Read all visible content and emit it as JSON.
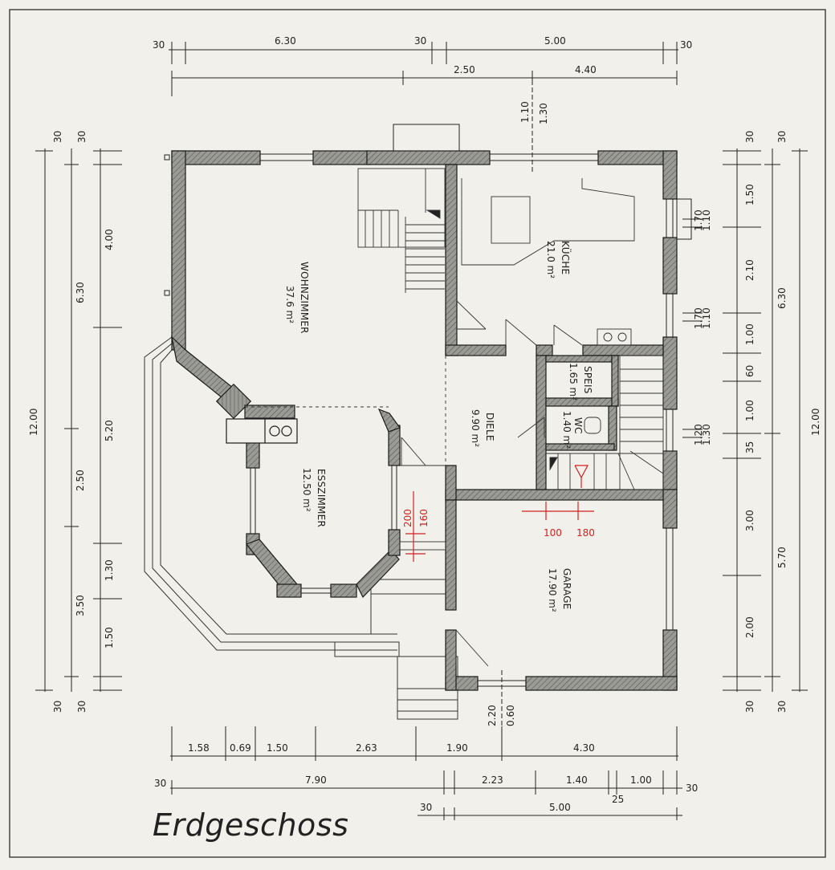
{
  "title": "Erdgeschoss",
  "rooms": {
    "wohnzimmer": {
      "name": "WOHNZIMMER",
      "area": "37.6 m²"
    },
    "kueche": {
      "name": "KÜCHE",
      "area": "21.0 m²"
    },
    "esszimmer": {
      "name": "ESSZIMMER",
      "area": "12.50 m²"
    },
    "diele": {
      "name": "DIELE",
      "area": "9.90 m²"
    },
    "speis": {
      "name": "SPEIS",
      "area": "1.65 m²"
    },
    "wc": {
      "name": "WC",
      "area": "1.40 m²"
    },
    "garage": {
      "name": "GARAGE",
      "area": "17.90 m²"
    }
  },
  "dims": {
    "top_row1": [
      "30",
      "6.30",
      "30",
      "5.00",
      "30"
    ],
    "top_row2": [
      "2.50",
      "4.40"
    ],
    "top_vertical": [
      "1.30",
      "1.10"
    ],
    "left_inner": [
      "4.00",
      "5.20",
      "1.30",
      "1.50"
    ],
    "left_middle": [
      "6.30",
      "2.50",
      "3.50"
    ],
    "left_outer": [
      "12.00"
    ],
    "left_top_30": [
      "30",
      "30"
    ],
    "left_bottom_30": [
      "30",
      "30"
    ],
    "right_inner": [
      "1.50",
      "2.10",
      "1.00",
      "60",
      "1.00",
      "35",
      "3.00",
      "2.00"
    ],
    "right_middle": [
      "6.30",
      "5.70"
    ],
    "right_outer": [
      "12.00"
    ],
    "right_top_30": [
      "30",
      "30"
    ],
    "right_bottom_30": [
      "30",
      "30"
    ],
    "right_window": [
      "1.10",
      "1.70",
      "1.10",
      "1.70",
      "1.30",
      "1.20"
    ],
    "bottom_row1": [
      "1.58",
      "0.69",
      "1.50",
      "2.63",
      "1.90",
      "4.30"
    ],
    "bottom_row2": [
      "30",
      "7.90",
      "2.23",
      "1.40",
      "1.00",
      "30",
      "25"
    ],
    "bottom_row3": [
      "30",
      "5.00"
    ],
    "bottom_vertical": [
      "0.60",
      "2.20"
    ]
  },
  "red_dims": [
    "160",
    "200",
    "100",
    "180"
  ],
  "colors": {
    "wall_fill": "#8a8a86",
    "wall_stroke": "#1a1a1a",
    "red": "#d42020",
    "paper": "#f1f0ea"
  }
}
